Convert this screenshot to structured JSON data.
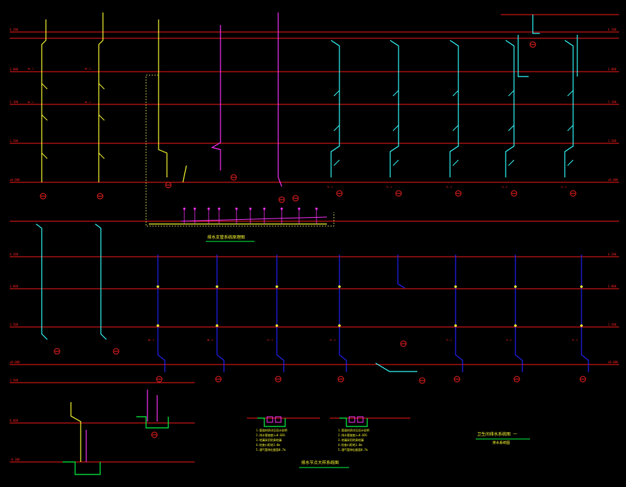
{
  "drawing": {
    "background": "#000000",
    "colors": {
      "floor_line": "#ff1a1a",
      "drain_yellow": "#ffff33",
      "drain_magenta": "#ff33ff",
      "drain_cyan": "#33ffff",
      "drain_blue": "#2222ff",
      "tag_red": "#ff2222",
      "caption_green": "#00ff44",
      "note_yellow": "#ffff33",
      "hidden_line": "#ffff66"
    },
    "upper_floor_tags": [
      "4.200",
      "3.000",
      "2.100",
      "1.500",
      "±0.000"
    ],
    "lower_floor_tags": [
      "4.200",
      "3.000",
      "1.500",
      "±0.000"
    ],
    "detail_floor_tags": [
      "1.500",
      "0.000",
      "-0.300"
    ],
    "pipe_tags": [
      "WL-1",
      "WL-2",
      "FL-1",
      "FL-2",
      "TL-1",
      "TL-2",
      "TL-3",
      "TL-4",
      "TL-5",
      "TL-6"
    ],
    "captions": {
      "collector_system": "排水支管系统原理图",
      "detail_system": "排水节点大样系统图",
      "legend_title": "卫生间排水系统图 一",
      "legend_sub": "排水系统图"
    },
    "notes_left": [
      "1.管道材质详见设计说明",
      "2.排水管坡度i=0.026",
      "3.地漏采用防臭地漏",
      "4.检查口距地1.0m",
      "5.通气管伸出屋面0.7m"
    ],
    "notes_right": [
      "1.管道材质详见设计说明",
      "2.排水管坡度i=0.026",
      "3.地漏采用防臭地漏",
      "4.检查口距地1.0m",
      "5.通气管伸出屋面0.7m"
    ]
  }
}
